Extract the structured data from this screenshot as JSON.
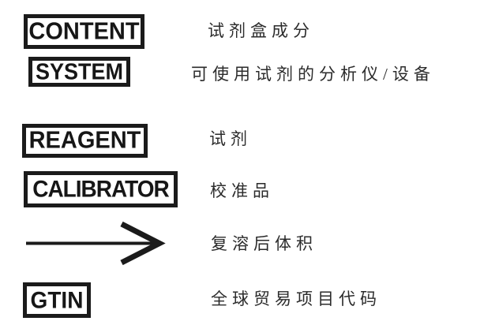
{
  "colors": {
    "background": "#ffffff",
    "ink": "#1b1b1b",
    "description_text": "#2b2b2b"
  },
  "legend": {
    "rows": [
      {
        "type": "boxed-label",
        "symbol": "CONTENT",
        "description": "试剂盒成分"
      },
      {
        "type": "boxed-label",
        "symbol": "SYSTEM",
        "description": "可使用试剂的分析仪/设备"
      },
      {
        "type": "boxed-label",
        "symbol": "REAGENT",
        "description": "试剂"
      },
      {
        "type": "boxed-label",
        "symbol": "CALIBRATOR",
        "description": "校准品"
      },
      {
        "type": "right-arrow-icon",
        "symbol": "",
        "description": "复溶后体积"
      },
      {
        "type": "boxed-label",
        "symbol": "GTIN",
        "description": "全球贸易项目代码"
      }
    ]
  }
}
